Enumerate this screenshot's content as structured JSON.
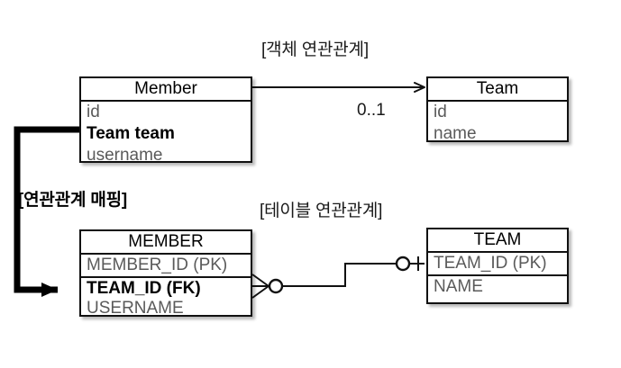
{
  "diagram": {
    "title_object_relation": "[객체 연관관계]",
    "title_table_relation": "[테이블 연관관계]",
    "title_mapping": "[연관관계 매핑]",
    "multiplicity_label": "0..1",
    "colors": {
      "stroke": "#111111",
      "muted_text": "#5a5a5a",
      "strong_text": "#000000",
      "background": "#ffffff"
    }
  },
  "object_model": {
    "member_class": {
      "name": "Member",
      "fields": [
        {
          "label": "id",
          "emphasis": "normal"
        },
        {
          "label": "Team team",
          "emphasis": "strong"
        },
        {
          "label": "username",
          "emphasis": "normal"
        }
      ]
    },
    "team_class": {
      "name": "Team",
      "fields": [
        {
          "label": "id",
          "emphasis": "normal"
        },
        {
          "label": "name",
          "emphasis": "normal"
        }
      ]
    }
  },
  "table_model": {
    "member_table": {
      "name": "MEMBER",
      "columns": [
        {
          "label": "MEMBER_ID (PK)",
          "emphasis": "normal"
        },
        {
          "label": "TEAM_ID (FK)",
          "emphasis": "strong"
        },
        {
          "label": "USERNAME",
          "emphasis": "normal"
        }
      ]
    },
    "team_table": {
      "name": "TEAM",
      "columns": [
        {
          "label": "TEAM_ID (PK)",
          "emphasis": "normal"
        },
        {
          "label": "NAME",
          "emphasis": "normal"
        }
      ]
    }
  },
  "connectors": {
    "object_association": "member-to-team-arrow",
    "table_association": "member-fk-to-team-pk-crowsfoot",
    "mapping_arrow": "team-field-to-team-id-fk"
  }
}
